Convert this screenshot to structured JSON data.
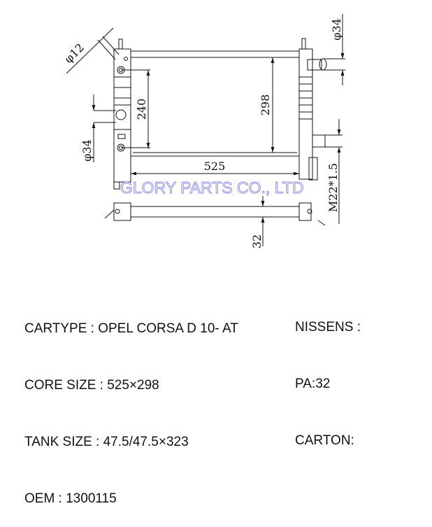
{
  "drawing": {
    "dims": {
      "core_width": "525",
      "core_height": "298",
      "bolt_spacing": "240",
      "inlet_diameter": "φ34",
      "outlet_diameter": "φ34",
      "small_pipe_diameter": "φ12",
      "thread": "M22*1.5",
      "core_thickness": "32"
    },
    "watermark": "GLORY PARTS CO., LTD"
  },
  "specs": {
    "left": [
      "CARTYPE : OPEL CORSA D 10- AT",
      "CORE SIZE : 525×298",
      "TANK SIZE : 47.5/47.5×323",
      "OEM : 1300115"
    ],
    "right": [
      "NISSENS :",
      "PA:32",
      "CARTON:"
    ]
  }
}
